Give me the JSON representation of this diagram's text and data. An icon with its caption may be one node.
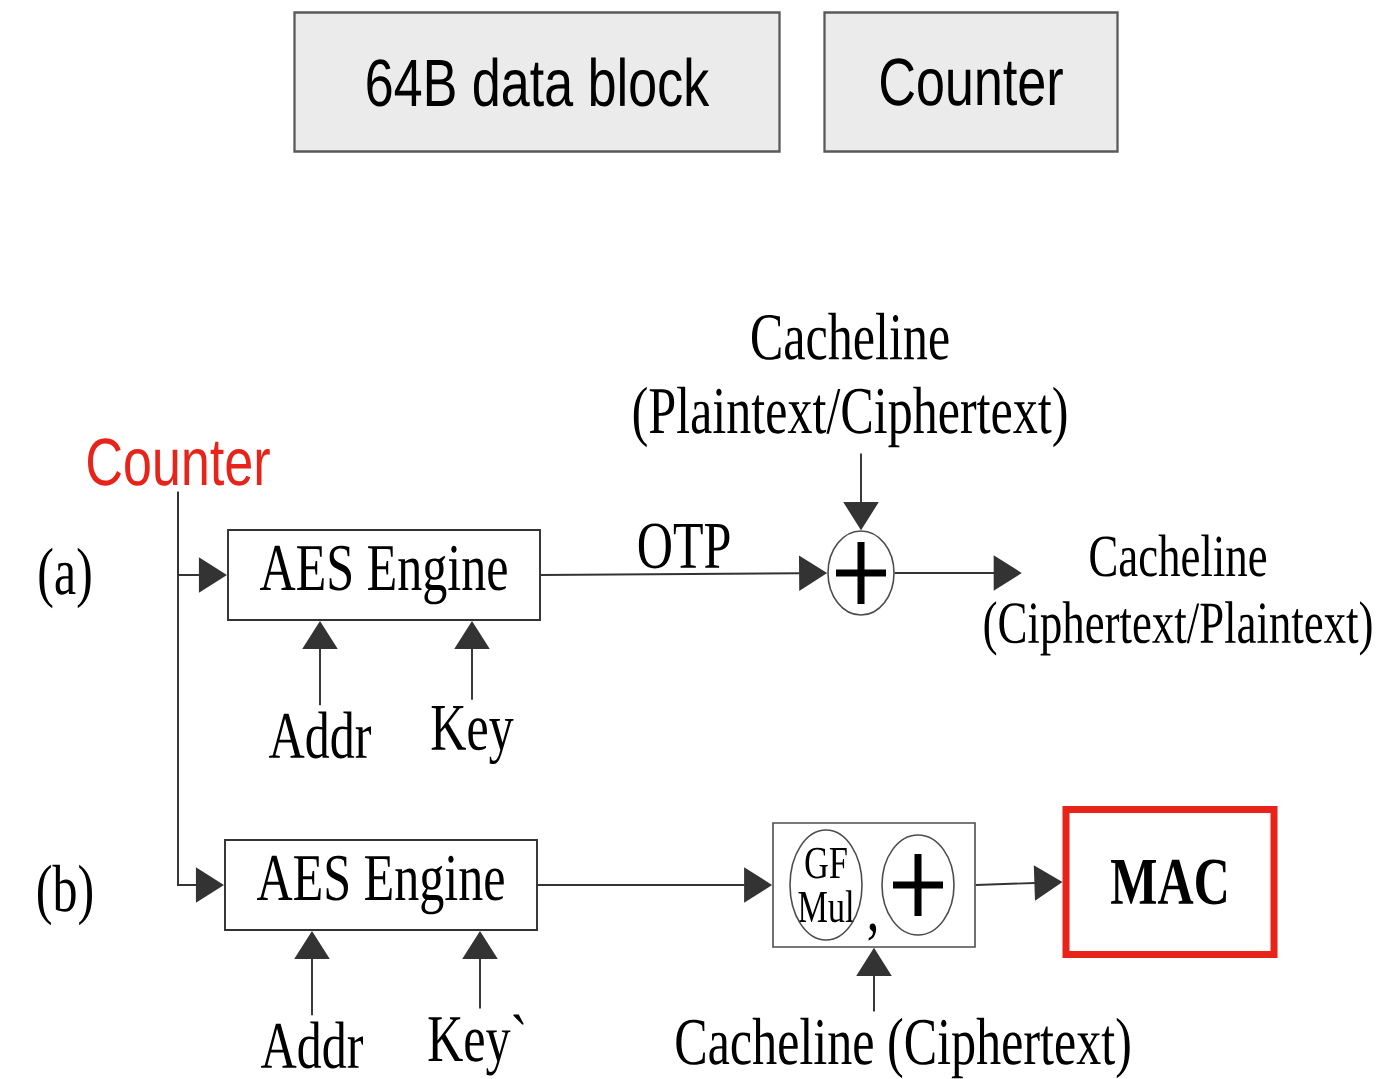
{
  "diagram": {
    "nodes": [
      {
        "text": [
          "64B data block"
        ]
      },
      {
        "text": [
          "Counter"
        ]
      },
      {
        "text": [
          "Counter"
        ]
      },
      {
        "text": [
          "AES Engine"
        ]
      },
      {
        "text": [
          "Addr"
        ]
      },
      {
        "text": [
          "Key"
        ]
      },
      {
        "text": [],
        "shape": "circle"
      },
      {
        "text": [
          "Cacheline (Plaintext/Ciphertext)"
        ]
      },
      {
        "text": [
          "Cacheline (Ciphertext/Plaintext)"
        ]
      },
      {
        "text": [
          "AES Engine"
        ]
      },
      {
        "text": [
          "Addr"
        ]
      },
      {
        "text": [
          "Key`"
        ]
      },
      {
        "text": [],
        "shape": "box"
      },
      {
        "text": [
          "GF Mul"
        ],
        "in": 12
      },
      {
        "text": [],
        "shape": "circle",
        "in": 12
      },
      {
        "text": [
          "MAC"
        ]
      },
      {
        "text": [
          "Cacheline (Ciphertext)"
        ]
      }
    ],
    "edges": [
      {
        "from": 2,
        "to": 3,
        "arrow": "to"
      },
      {
        "from": 2,
        "to": 9,
        "arrow": "to"
      },
      {
        "from": 4,
        "to": 3,
        "arrow": "to"
      },
      {
        "from": 5,
        "to": 3,
        "arrow": "to"
      },
      {
        "from": 3,
        "to": 6,
        "arrow": "to",
        "label": "OTP"
      },
      {
        "from": 7,
        "to": 6,
        "arrow": "to"
      },
      {
        "from": 6,
        "to": 8,
        "arrow": "to"
      },
      {
        "from": 10,
        "to": 9,
        "arrow": "to"
      },
      {
        "from": 11,
        "to": 9,
        "arrow": "to"
      },
      {
        "from": 9,
        "to": 12,
        "arrow": "to"
      },
      {
        "from": 16,
        "to": 12,
        "arrow": "to"
      },
      {
        "from": 12,
        "to": 15,
        "arrow": "to"
      }
    ],
    "labels": [
      "(a)",
      "(b)",
      ","
    ]
  }
}
